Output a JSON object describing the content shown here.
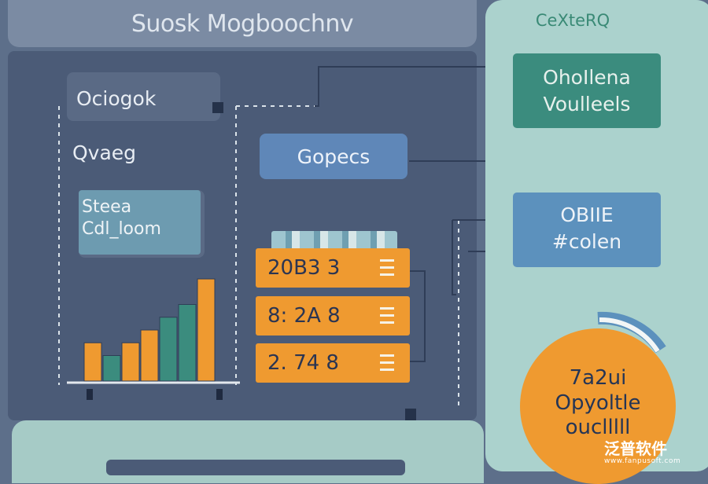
{
  "header": {
    "title": "Suosk Mogboochnv"
  },
  "labels": {
    "top": "Ociogok",
    "average": "Qvaeg",
    "stats_line1": "Steea",
    "stats_line2": "Cdl_loom",
    "gopecs": "Gopecs"
  },
  "tiles": [
    {
      "value": "20B3 3"
    },
    {
      "value": "8: 2A 8"
    },
    {
      "value": "2. 74 8"
    }
  ],
  "bar_chart": {
    "type": "bar",
    "values": [
      3,
      2,
      3,
      4,
      5,
      6,
      8
    ],
    "colors": [
      "#ef9a30",
      "#3b8c7e",
      "#ef9a30",
      "#ef9a30",
      "#3b8c7e",
      "#3b8c7e",
      "#ef9a30"
    ]
  },
  "right_panel": {
    "title": "CeXteRQ",
    "green_box_line1": "OhoIlena",
    "green_box_line2": "Voulleels",
    "blue_box_line1": "OBIIE",
    "blue_box_line2": "#colen",
    "circle_line1": "7a2ui",
    "circle_line2": "Opyoltle",
    "circle_line3": "ouclllll"
  },
  "watermark": {
    "brand": "泛普软件",
    "site": "www.fanpusoft.com"
  },
  "colors": {
    "orange": "#ef9a30",
    "teal": "#3b8c7e",
    "blue": "#5c91bd",
    "navy": "#4b5b77"
  }
}
